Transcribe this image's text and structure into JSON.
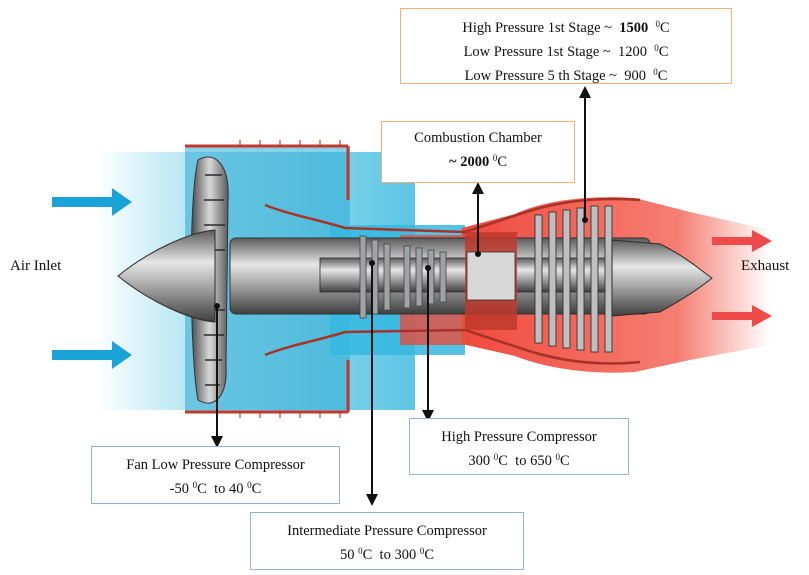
{
  "labels": {
    "inlet": "Air Inlet",
    "exhaust": "Exhaust"
  },
  "hp_turbine": {
    "line1_pre": "High Pressure 1st Stage ~",
    "line1_value": "1500",
    "line2_pre": "Low Pressure 1st Stage ~",
    "line2_value": "1200",
    "line3_pre": "Low Pressure 5 th Stage ~",
    "line3_value": "900",
    "unit_sup": "0",
    "unit": "C"
  },
  "combustion": {
    "title": "Combustion Chamber",
    "prefix": "~",
    "value": "2000",
    "unit_sup": "0",
    "unit": "C"
  },
  "hp_compressor": {
    "title": "High Pressure Compressor",
    "low": "300",
    "high": "650",
    "joiner": "to",
    "unit_sup": "0",
    "unit": "C"
  },
  "fan_compressor": {
    "title": "Fan Low Pressure Compressor",
    "low": "-50",
    "high": "40",
    "joiner": "to",
    "unit_sup": "0",
    "unit": "C"
  },
  "ip_compressor": {
    "title": "Intermediate Pressure Compressor",
    "low": "50",
    "high": "300",
    "joiner": "to",
    "unit_sup": "0",
    "unit": "C"
  },
  "colors": {
    "cold_flow": "#8fd8ec",
    "hot_flow": "#f2665a",
    "inlet_arrow": "#1aa3d6",
    "exhaust_arrow": "#ef4a4a",
    "orange_border": "#f1b07a",
    "blue_border": "#8fb3dd",
    "metal": "#8a8a8a"
  }
}
